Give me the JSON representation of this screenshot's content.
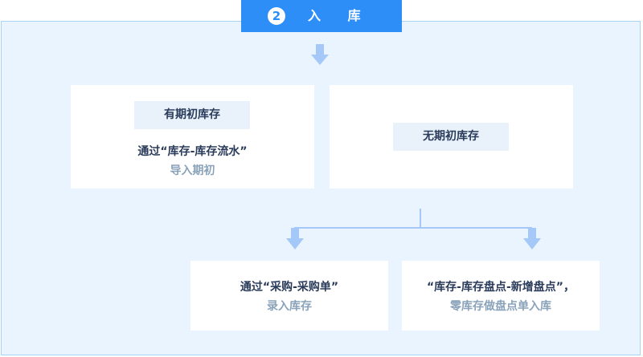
{
  "header": {
    "step_number": "2",
    "title": "入 库"
  },
  "colors": {
    "accent": "#2d8ef8",
    "panel_bg": "#eaf4fe",
    "arrow": "#a4c8f7",
    "text_dark": "#2a3b5a",
    "text_muted": "#8aa3ba"
  },
  "nodes": {
    "with_initial": {
      "tag": "有期初库存",
      "line1": "通过“库存-库存流水”",
      "line2": "导入期初"
    },
    "without_initial": {
      "tag": "无期初库存"
    },
    "purchase": {
      "line1": "通过“采购-采购单”",
      "line2": "录入库存"
    },
    "stocktake": {
      "line1": "“库存-库存盘点-新增盘点”，",
      "line2": "零库存做盘点单入库"
    }
  }
}
